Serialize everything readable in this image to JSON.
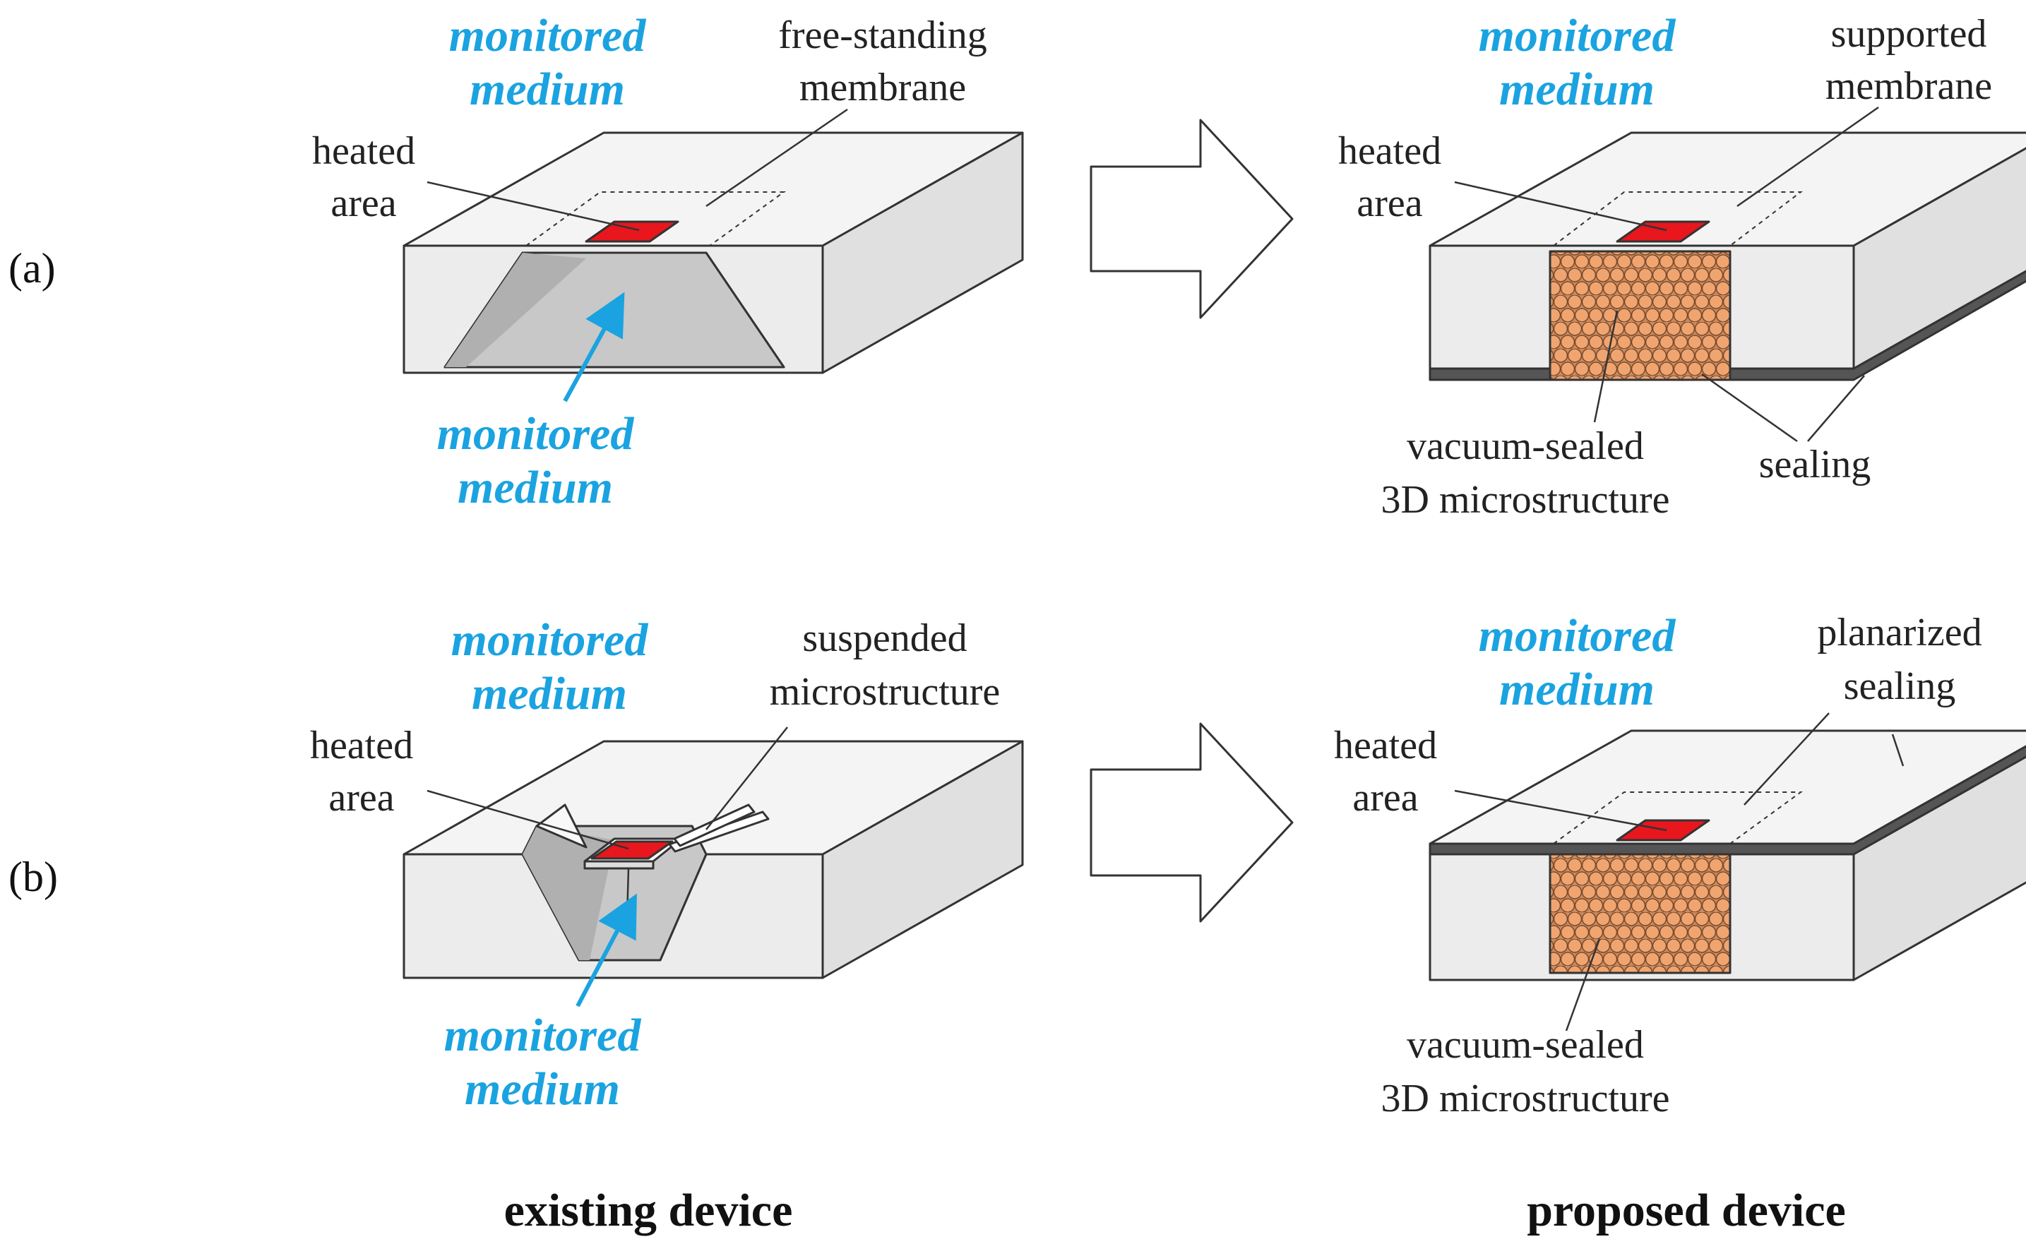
{
  "panels": {
    "a": "(a)",
    "b": "(b)"
  },
  "columns": {
    "existing": "existing device",
    "proposed": "proposed device"
  },
  "labels": {
    "monitored_1": "monitored",
    "medium_1": "medium",
    "heated_1": "heated",
    "area_1": "area",
    "free_standing": "free-standing",
    "membrane_1": "membrane",
    "supported": "supported",
    "membrane_2": "membrane",
    "vacuum_sealed": "vacuum-sealed",
    "microstructure_3d": "3D microstructure",
    "sealing": "sealing",
    "suspended": "suspended",
    "microstructure": "microstructure",
    "planarized": "planarized",
    "sealing_2": "sealing"
  },
  "colors": {
    "medium_text": "#1aa3e0",
    "heater": "#e8161d",
    "sphere": "#f0a571",
    "body_light": "#ececec",
    "body_side": "#e0e0e0",
    "cavity": "#c8c8c8",
    "seal": "#555555"
  }
}
